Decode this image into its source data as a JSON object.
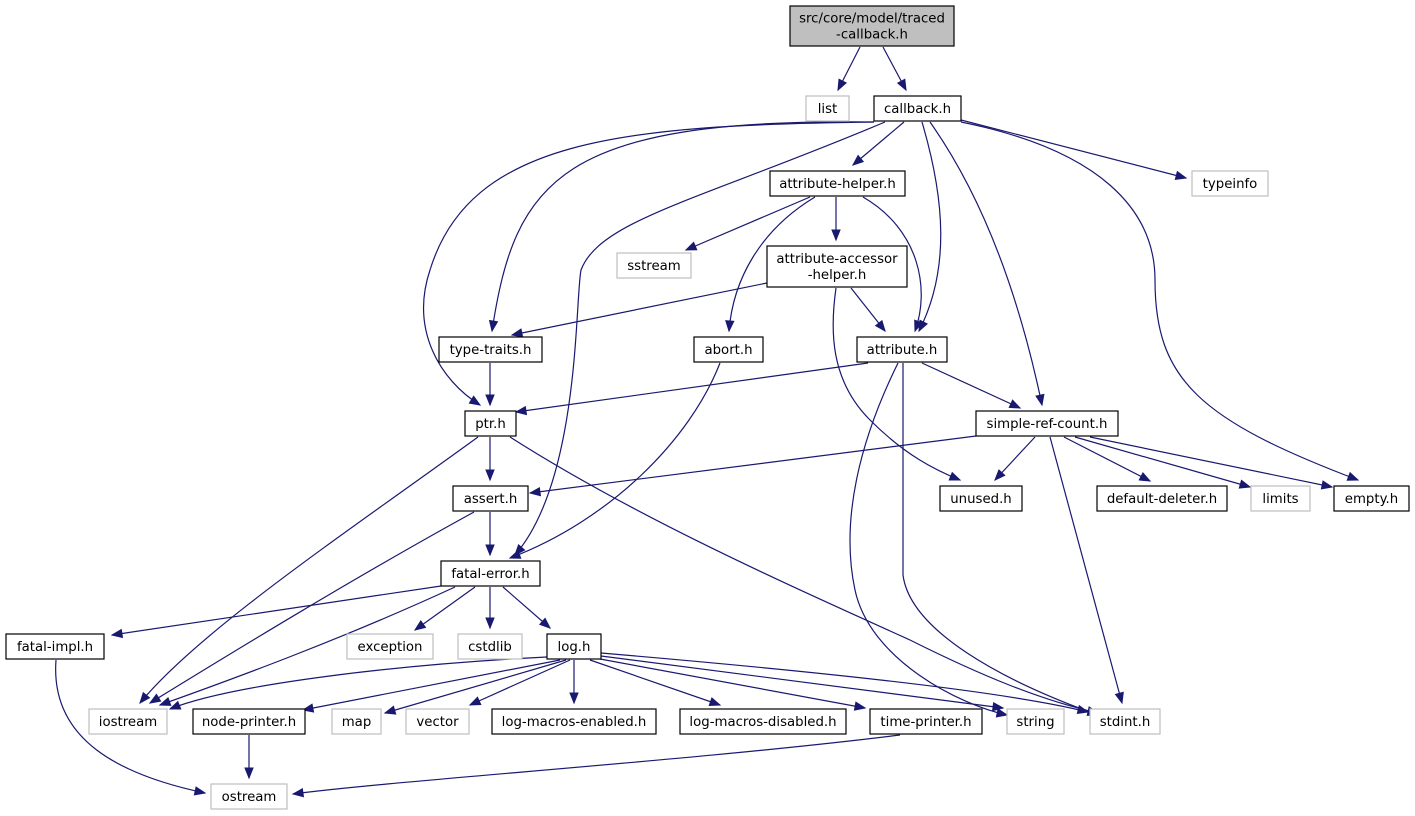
{
  "graph": {
    "root": "src/core/model/traced-callback.h",
    "nodes": {
      "root": {
        "lines": [
          "src/core/model/traced",
          "-callback.h"
        ],
        "kind": "root"
      },
      "list": {
        "lines": [
          "list"
        ],
        "kind": "external"
      },
      "callback": {
        "lines": [
          "callback.h"
        ],
        "kind": "local"
      },
      "typeinfo": {
        "lines": [
          "typeinfo"
        ],
        "kind": "external"
      },
      "attribute_helper": {
        "lines": [
          "attribute-helper.h"
        ],
        "kind": "local"
      },
      "sstream": {
        "lines": [
          "sstream"
        ],
        "kind": "external"
      },
      "attribute_accessor_helper": {
        "lines": [
          "attribute-accessor",
          "-helper.h"
        ],
        "kind": "local"
      },
      "type_traits": {
        "lines": [
          "type-traits.h"
        ],
        "kind": "local"
      },
      "abort": {
        "lines": [
          "abort.h"
        ],
        "kind": "local"
      },
      "attribute": {
        "lines": [
          "attribute.h"
        ],
        "kind": "local"
      },
      "ptr": {
        "lines": [
          "ptr.h"
        ],
        "kind": "local"
      },
      "simple_ref_count": {
        "lines": [
          "simple-ref-count.h"
        ],
        "kind": "local"
      },
      "assert": {
        "lines": [
          "assert.h"
        ],
        "kind": "local"
      },
      "unused": {
        "lines": [
          "unused.h"
        ],
        "kind": "local"
      },
      "default_deleter": {
        "lines": [
          "default-deleter.h"
        ],
        "kind": "local"
      },
      "limits": {
        "lines": [
          "limits"
        ],
        "kind": "external"
      },
      "empty": {
        "lines": [
          "empty.h"
        ],
        "kind": "local"
      },
      "fatal_error": {
        "lines": [
          "fatal-error.h"
        ],
        "kind": "local"
      },
      "fatal_impl": {
        "lines": [
          "fatal-impl.h"
        ],
        "kind": "local"
      },
      "exception": {
        "lines": [
          "exception"
        ],
        "kind": "external"
      },
      "cstdlib": {
        "lines": [
          "cstdlib"
        ],
        "kind": "external"
      },
      "log": {
        "lines": [
          "log.h"
        ],
        "kind": "local"
      },
      "iostream": {
        "lines": [
          "iostream"
        ],
        "kind": "external"
      },
      "node_printer": {
        "lines": [
          "node-printer.h"
        ],
        "kind": "local"
      },
      "map": {
        "lines": [
          "map"
        ],
        "kind": "external"
      },
      "vector": {
        "lines": [
          "vector"
        ],
        "kind": "external"
      },
      "log_macros_enabled": {
        "lines": [
          "log-macros-enabled.h"
        ],
        "kind": "local"
      },
      "log_macros_disabled": {
        "lines": [
          "log-macros-disabled.h"
        ],
        "kind": "local"
      },
      "time_printer": {
        "lines": [
          "time-printer.h"
        ],
        "kind": "local"
      },
      "string": {
        "lines": [
          "string"
        ],
        "kind": "external"
      },
      "stdint": {
        "lines": [
          "stdint.h"
        ],
        "kind": "external"
      },
      "ostream": {
        "lines": [
          "ostream"
        ],
        "kind": "external"
      }
    },
    "edges": [
      [
        "root",
        "list"
      ],
      [
        "root",
        "callback"
      ],
      [
        "callback",
        "attribute_helper"
      ],
      [
        "callback",
        "typeinfo"
      ],
      [
        "callback",
        "type_traits"
      ],
      [
        "callback",
        "ptr"
      ],
      [
        "callback",
        "fatal_error"
      ],
      [
        "callback",
        "attribute"
      ],
      [
        "callback",
        "simple_ref_count"
      ],
      [
        "callback",
        "empty"
      ],
      [
        "attribute_helper",
        "sstream"
      ],
      [
        "attribute_helper",
        "abort"
      ],
      [
        "attribute_helper",
        "attribute_accessor_helper"
      ],
      [
        "attribute_helper",
        "attribute"
      ],
      [
        "attribute_accessor_helper",
        "type_traits"
      ],
      [
        "attribute_accessor_helper",
        "attribute"
      ],
      [
        "attribute_accessor_helper",
        "unused"
      ],
      [
        "type_traits",
        "ptr"
      ],
      [
        "abort",
        "fatal_error"
      ],
      [
        "attribute",
        "ptr"
      ],
      [
        "attribute",
        "simple_ref_count"
      ],
      [
        "attribute",
        "string"
      ],
      [
        "attribute",
        "stdint"
      ],
      [
        "ptr",
        "assert"
      ],
      [
        "ptr",
        "iostream"
      ],
      [
        "ptr",
        "stdint"
      ],
      [
        "simple_ref_count",
        "assert"
      ],
      [
        "simple_ref_count",
        "unused"
      ],
      [
        "simple_ref_count",
        "default_deleter"
      ],
      [
        "simple_ref_count",
        "limits"
      ],
      [
        "simple_ref_count",
        "empty"
      ],
      [
        "simple_ref_count",
        "stdint"
      ],
      [
        "assert",
        "fatal_error"
      ],
      [
        "assert",
        "iostream"
      ],
      [
        "fatal_error",
        "fatal_impl"
      ],
      [
        "fatal_error",
        "iostream"
      ],
      [
        "fatal_error",
        "exception"
      ],
      [
        "fatal_error",
        "cstdlib"
      ],
      [
        "fatal_error",
        "log"
      ],
      [
        "fatal_impl",
        "ostream"
      ],
      [
        "log",
        "iostream"
      ],
      [
        "log",
        "node_printer"
      ],
      [
        "log",
        "map"
      ],
      [
        "log",
        "vector"
      ],
      [
        "log",
        "log_macros_enabled"
      ],
      [
        "log",
        "log_macros_disabled"
      ],
      [
        "log",
        "time_printer"
      ],
      [
        "log",
        "string"
      ],
      [
        "log",
        "stdint"
      ],
      [
        "node_printer",
        "ostream"
      ],
      [
        "time_printer",
        "ostream"
      ]
    ]
  },
  "colors": {
    "edge": "#191970",
    "root_fill": "#bfbfbf",
    "local_border": "#000000",
    "external_border": "#bfbfbf"
  }
}
